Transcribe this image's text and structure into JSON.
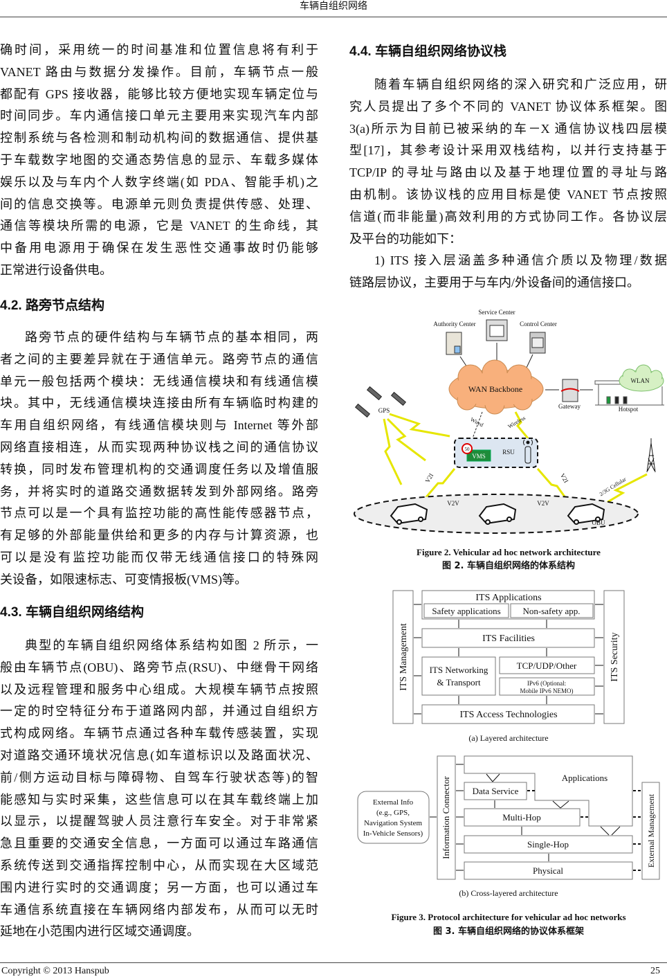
{
  "header": {
    "title": "车辆自组织网络"
  },
  "footer": {
    "copyright": "Copyright © 2013 Hanspub",
    "page_number": "25"
  },
  "left": {
    "p1": {
      "indent": false,
      "lines": [
        "确时间，采用统一的时间基准和位置信息将有利于",
        "VANET 路由与数据分发操作。目前，车辆节点一般",
        "都配有 GPS 接收器，能够比较方便地实现车辆定位与",
        "时间同步。车内通信接口单元主要用来实现汽车内部",
        "控制系统与各检测和制动机构间的数据通信、提供基",
        "于车载数字地图的交通态势信息的显示、车载多媒体",
        "娱乐以及与车内个人数字终端(如 PDA、智能手机)之",
        "间的信息交换等。电源单元则负责提供传感、处理、",
        "通信等模块所需的电源，它是 VANET 的生命线，其",
        "中备用电源用于确保在发生恶性交通事故时仍能够",
        "正常进行设备供电。"
      ]
    },
    "h2": "4.2.  路旁节点结构",
    "p2": {
      "indent": true,
      "lines": [
        "路旁节点的硬件结构与车辆节点的基本相同，两",
        "者之间的主要差异就在于通信单元。路旁节点的通信",
        "单元一般包括两个模块：无线通信模块和有线通信模",
        "块。其中，无线通信模块连接由所有车辆临时构建的",
        "车用自组织网络，有线通信模块则与 Internet 等外部",
        "网络直接相连，从而实现两种协议栈之间的通信协议",
        "转换，同时发布管理机构的交通调度任务以及增值服",
        "务，并将实时的道路交通数据转发到外部网络。路旁",
        "节点可以是一个具有监控功能的高性能传感器节点，",
        "有足够的外部能量供给和更多的内存与计算资源，也",
        "可以是没有监控功能而仅带无线通信接口的特殊网",
        "关设备，如限速标志、可变情报板(VMS)等。"
      ]
    },
    "h3": "4.3.  车辆自组织网络结构",
    "p3": {
      "indent": true,
      "lines": [
        "典型的车辆自组织网络体系结构如图 2 所示，一",
        "般由车辆节点(OBU)、路旁节点(RSU)、中继骨干网络",
        "以及远程管理和服务中心组成。大规模车辆节点按照",
        "一定的时空特征分布于道路网内部，并通过自组织方",
        "式构成网络。车辆节点通过各种车载传感装置，实现",
        "对道路交通环境状况信息(如车道标识以及路面状况、",
        "前/侧方运动目标与障碍物、自驾车行驶状态等)的智",
        "能感知与实时采集，这些信息可以在其车载终端上加",
        "以显示，以提醒驾驶人员注意行车安全。对于非常紧",
        "急且重要的交通安全信息，一方面可以通过车路通信",
        "系统传送到交通指挥控制中心，从而实现在大区域范",
        "围内进行实时的交通调度；另一方面，也可以通过车",
        "车通信系统直接在车辆网络内部发布，从而可以无时",
        "延地在小范围内进行区域交通调度。"
      ]
    }
  },
  "right": {
    "h4": "4.4.  车辆自组织网络协议栈",
    "p4": {
      "indent": true,
      "lines": [
        "随着车辆自组织网络的深入研究和广泛应用，研",
        "究人员提出了多个不同的 VANET 协议体系框架。图",
        "3(a)所示为目前已被采纳的车－X 通信协议栈四层模",
        "型[17]，其参考设计采用双栈结构，以并行支持基于",
        "TCP/IP 的寻址与路由以及基于地理位置的寻址与路",
        "由机制。该协议栈的应用目标是使 VANET 节点按照",
        "信道(而非能量)高效利用的方式协同工作。各协议层",
        "及平台的功能如下："
      ]
    },
    "p5": {
      "indent": true,
      "lines": [
        "1) ITS 接入层涵盖多种通信介质以及物理/数据",
        "链路层协议，主要用于与车内/外设备间的通信接口。"
      ]
    }
  },
  "figure2": {
    "labels": {
      "service_center": "Service Center",
      "authority_center": "Authority Center",
      "control_center": "Control Center",
      "wan": "WAN Backbone",
      "gateway": "Gateway",
      "wlan": "WLAN",
      "hotspot": "Hotspot",
      "gps": "GPS",
      "wired": "Wired",
      "wireless": "Wireless",
      "rsu": "RSU",
      "vms": "VMS",
      "speed": "50",
      "v2i_left": "V2I",
      "v2i_right": "V2I",
      "v2v_left": "V2V",
      "v2v_right": "V2V",
      "cellular": "2/3G Cellular",
      "obu": "OBU"
    },
    "colors": {
      "cloud": "#F8B07C",
      "wlan": "#D6F0C4",
      "rsu_box": "#DCE6F1",
      "vms": "#1E8C3A",
      "lightning": "#F2F200"
    },
    "caption_en": "Figure 2. Vehicular ad hoc network architecture",
    "caption_zh": "图 2.  车辆自组织网络的体系结构"
  },
  "figure3": {
    "a": {
      "management": "ITS Management",
      "security": "ITS Security",
      "applications": "ITS Applications",
      "safety": "Safety applications",
      "non_safety": "Non-safety app.",
      "facilities": "ITS Facilities",
      "networking_1": "ITS Networking",
      "networking_2": "& Transport",
      "tcp": "TCP/UDP/Other",
      "ipv6_1": "IPv6 (Optional:",
      "ipv6_2": "Mobile IPv6 NEMO)",
      "access": "ITS Access Technologies",
      "caption": "(a) Layered architecture"
    },
    "b": {
      "ext_1": "External Info",
      "ext_2": "(e.g., GPS,",
      "ext_3": "Navigation System",
      "ext_4": "In-Vehicle Sensors)",
      "connector": "Information Connector",
      "applications": "Applications",
      "data_service": "Data Service",
      "multi_hop": "Multi-Hop",
      "single_hop": "Single-Hop",
      "physical": "Physical",
      "ext_mgmt": "External Management",
      "caption": "(b) Cross-layered architecture"
    },
    "caption_en": "Figure 3. Protocol architecture for vehicular ad hoc networks",
    "caption_zh": "图 3.  车辆自组织网络的协议体系框架"
  }
}
